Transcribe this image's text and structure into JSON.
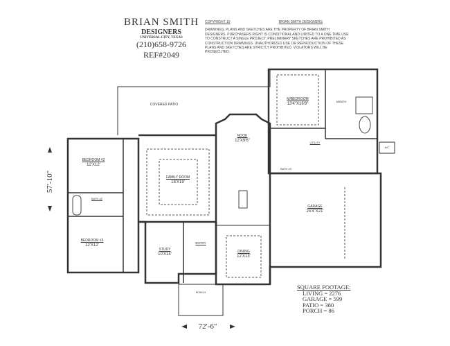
{
  "title_block": {
    "company": "BRIAN SMITH",
    "subtitle": "DESIGNERS",
    "location": "UNIVERSAL CITY, TEXAS",
    "phone": "(210)658-9726",
    "ref": "REF#2049"
  },
  "copyright": {
    "header_left": "COPYRIGHT 19",
    "header_right": "BRIAN SMITH DESIGNERS",
    "notice": "DRAWINGS, PLANS AND SKETCHES ARE THE PROPERTY OF BRIAN SMITH DESIGNERS. PURCHASERS RIGHT IS CONDITIONAL AND LIMITED TO A ONE TIME USE TO CONSTRUCT A SINGLE PROJECT. PRELIMINARY SKETCHES ARE PROHIBITED AS CONSTRUCTION DRAWINGS. UNAUTHORIZED USE OR REPRODUCTION OF THESE PLANS AND SKETCHES ARE STRICTLY PROHIBITED. VIOLATORS WILL BE PROSECUTED."
  },
  "rooms": {
    "covered_patio": {
      "name": "COVERED PATIO"
    },
    "nook": {
      "name": "NOOK",
      "size": "12'X9'6\""
    },
    "master_bedroom": {
      "name": "M/BEDROOM",
      "size": "13'4\"X16'8\""
    },
    "master_bath": {
      "name": "M/BATH"
    },
    "utility": {
      "name": "UTILITY"
    },
    "bath3": {
      "name": "BATH #3"
    },
    "garage": {
      "name": "GARAGE",
      "size": "24'4\"X21'"
    },
    "bedroom2": {
      "name": "BEDROOM #2",
      "size": "12'X12'"
    },
    "family_room": {
      "name": "FAMILY ROOM",
      "size": "18'X19'"
    },
    "bath2": {
      "name": "BATH #2"
    },
    "bedroom3": {
      "name": "BEDROOM #3",
      "size": "12'X12'"
    },
    "study": {
      "name": "STUDY",
      "size": "10'X14'"
    },
    "entry": {
      "name": "ENTRY"
    },
    "dining": {
      "name": "DINING",
      "size": "12'X13'"
    },
    "porch": {
      "name": "PORCH"
    },
    "ac": {
      "name": "A/C"
    }
  },
  "dimensions": {
    "depth": "57'-10\"",
    "width": "72'-6\""
  },
  "square_footage": {
    "heading": "SQUARE FOOTAGE:",
    "items": [
      "LIVING = 2276",
      "GARAGE = 599",
      "PATIO = 380",
      "PORCH = 86"
    ]
  }
}
